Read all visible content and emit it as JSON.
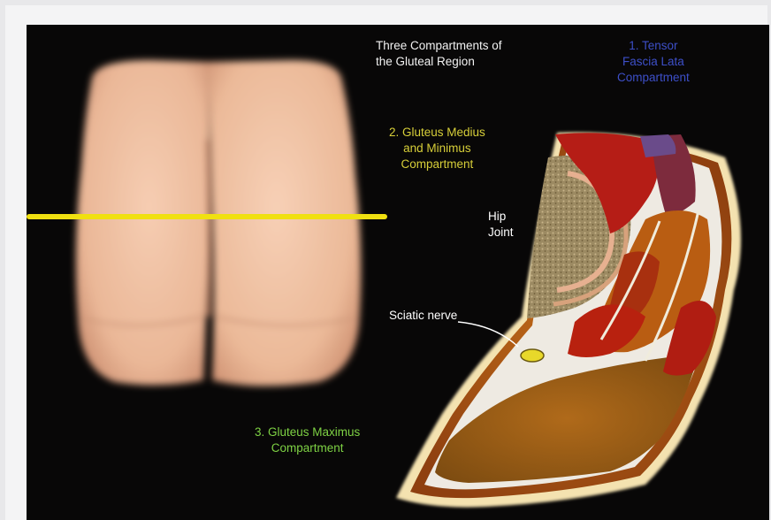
{
  "title": {
    "line1": "Three Compartments of",
    "line2": "the Gluteal Region"
  },
  "labels": {
    "tensor": {
      "line1": "1. Tensor",
      "line2": "Fascia Lata",
      "line3": "Compartment"
    },
    "medius": {
      "line1": "2. Gluteus Medius",
      "line2": "and Minimus",
      "line3": "Compartment"
    },
    "hip": {
      "line1": "Hip",
      "line2": "Joint"
    },
    "sciatic": {
      "line1": "Sciatic nerve"
    },
    "maximus": {
      "line1": "3. Gluteus Maximus",
      "line2": "Compartment"
    }
  },
  "colors": {
    "background": "#080707",
    "title_text": "#f2f2f2",
    "tensor_text": "#3d4fc8",
    "medius_text": "#d7cf39",
    "maximus_text": "#7ed244",
    "section_line": "#f0e010",
    "skin": "#f0c0a4",
    "muscle_red": "#b51d16",
    "fat_orange": "#b95d12",
    "bone": "#a48f66"
  }
}
